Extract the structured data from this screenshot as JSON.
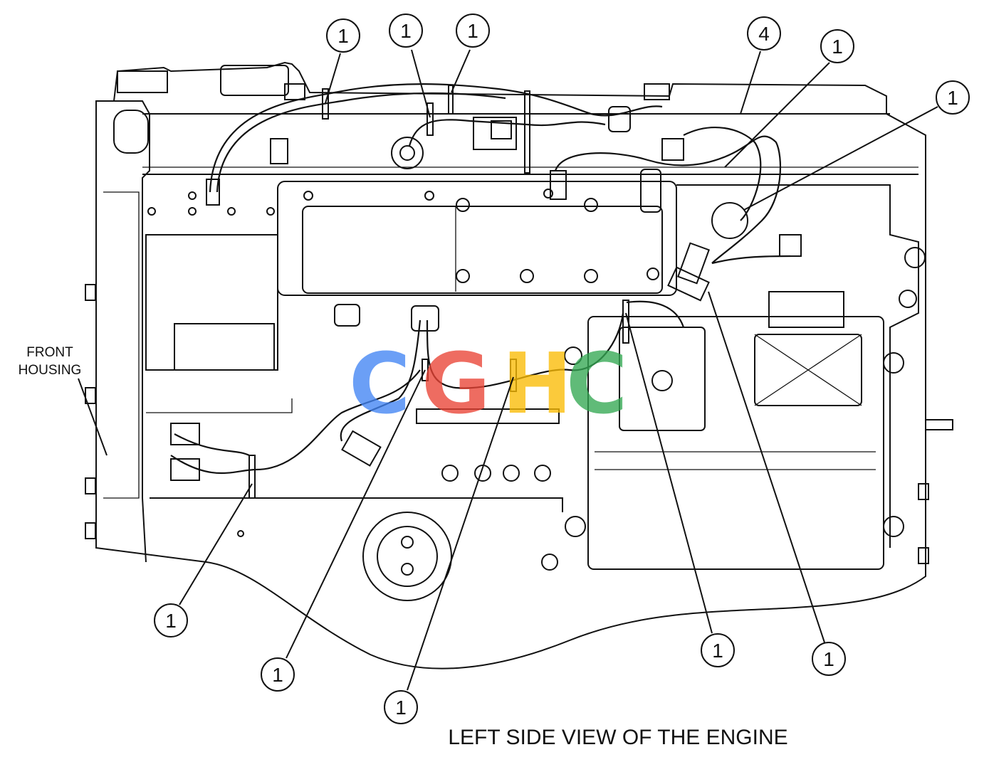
{
  "caption": "LEFT SIDE VIEW OF THE ENGINE",
  "side_label": {
    "line1": "FRONT",
    "line2": "HOUSING"
  },
  "callouts": [
    {
      "label": "1"
    },
    {
      "label": "1"
    },
    {
      "label": "1"
    },
    {
      "label": "4"
    },
    {
      "label": "1"
    },
    {
      "label": "1"
    },
    {
      "label": "1"
    },
    {
      "label": "1"
    },
    {
      "label": "1"
    },
    {
      "label": "1"
    },
    {
      "label": "1"
    }
  ],
  "watermark": {
    "letters": [
      "C",
      "G",
      "H",
      "C"
    ],
    "colors": [
      "#4285F4",
      "#EA4335",
      "#FBBC05",
      "#34A853"
    ]
  }
}
